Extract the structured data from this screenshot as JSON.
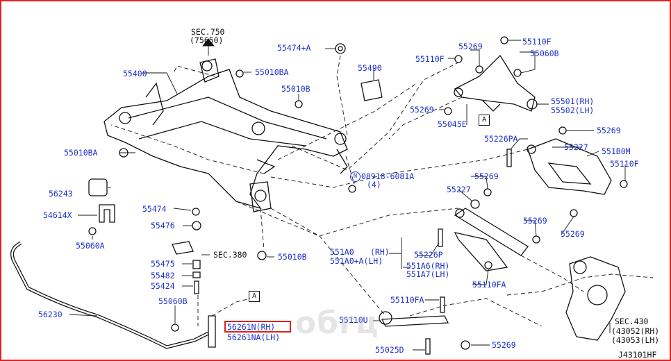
{
  "watermark": "oбгц",
  "boxA": "A",
  "circN": "N",
  "labels": {
    "sec750": "SEC.750",
    "sec750b": "(75650)",
    "p55474a": "55474+A",
    "p55490": "55490",
    "p55110f_top": "55110F",
    "p55060b": "55060B",
    "p55269_a": "55269",
    "p55110f_l": "55110F",
    "p55400": "55400",
    "p55010ba_top": "55010BA",
    "p55010b_top": "55010B",
    "p55501": "55501(RH)",
    "p55502": "55502(LH)",
    "p55269_b": "55269",
    "p55045e": "55045E",
    "p55226pa": "55226PA",
    "p55269_c": "55269",
    "p55227_top": "55227",
    "p551b0m": "551B0M",
    "p55010ba_l": "55010BA",
    "p08918": "08918-6081A",
    "p08918b": "(4)",
    "p55110f_r": "55110F",
    "p56243": "56243",
    "p55269_d": "55269",
    "p55227_mid": "55227",
    "p54614x": "54614X",
    "p55474": "55474",
    "p55060a": "55060A",
    "p55476": "55476",
    "p55269_e": "55269",
    "p55269_f": "55269",
    "p551a0": "551A0",
    "p551a0rh": "(RH)",
    "p551a0a": "551A0+A(LH)",
    "p55226p": "55226P",
    "p551a6": "551A6(RH)",
    "p551a7": "551A7(LH)",
    "p55110fa_r": "55110FA",
    "sec380": "SEC.380",
    "p55010b_bot": "55010B",
    "p55475": "55475",
    "p55482": "55482",
    "p55424": "55424",
    "p55060b_l": "55060B",
    "p56230": "56230",
    "p55110fa_b": "55110FA",
    "p55110u": "55110U",
    "p56261n": "56261N(RH)",
    "p56261na": "56261NA(LH)",
    "p55025d": "55025D",
    "p55269_g": "55269",
    "sec430": "SEC.430",
    "p43052": "(43052(RH)",
    "p43053": "(43053(LH)",
    "code": "J43101HF"
  }
}
